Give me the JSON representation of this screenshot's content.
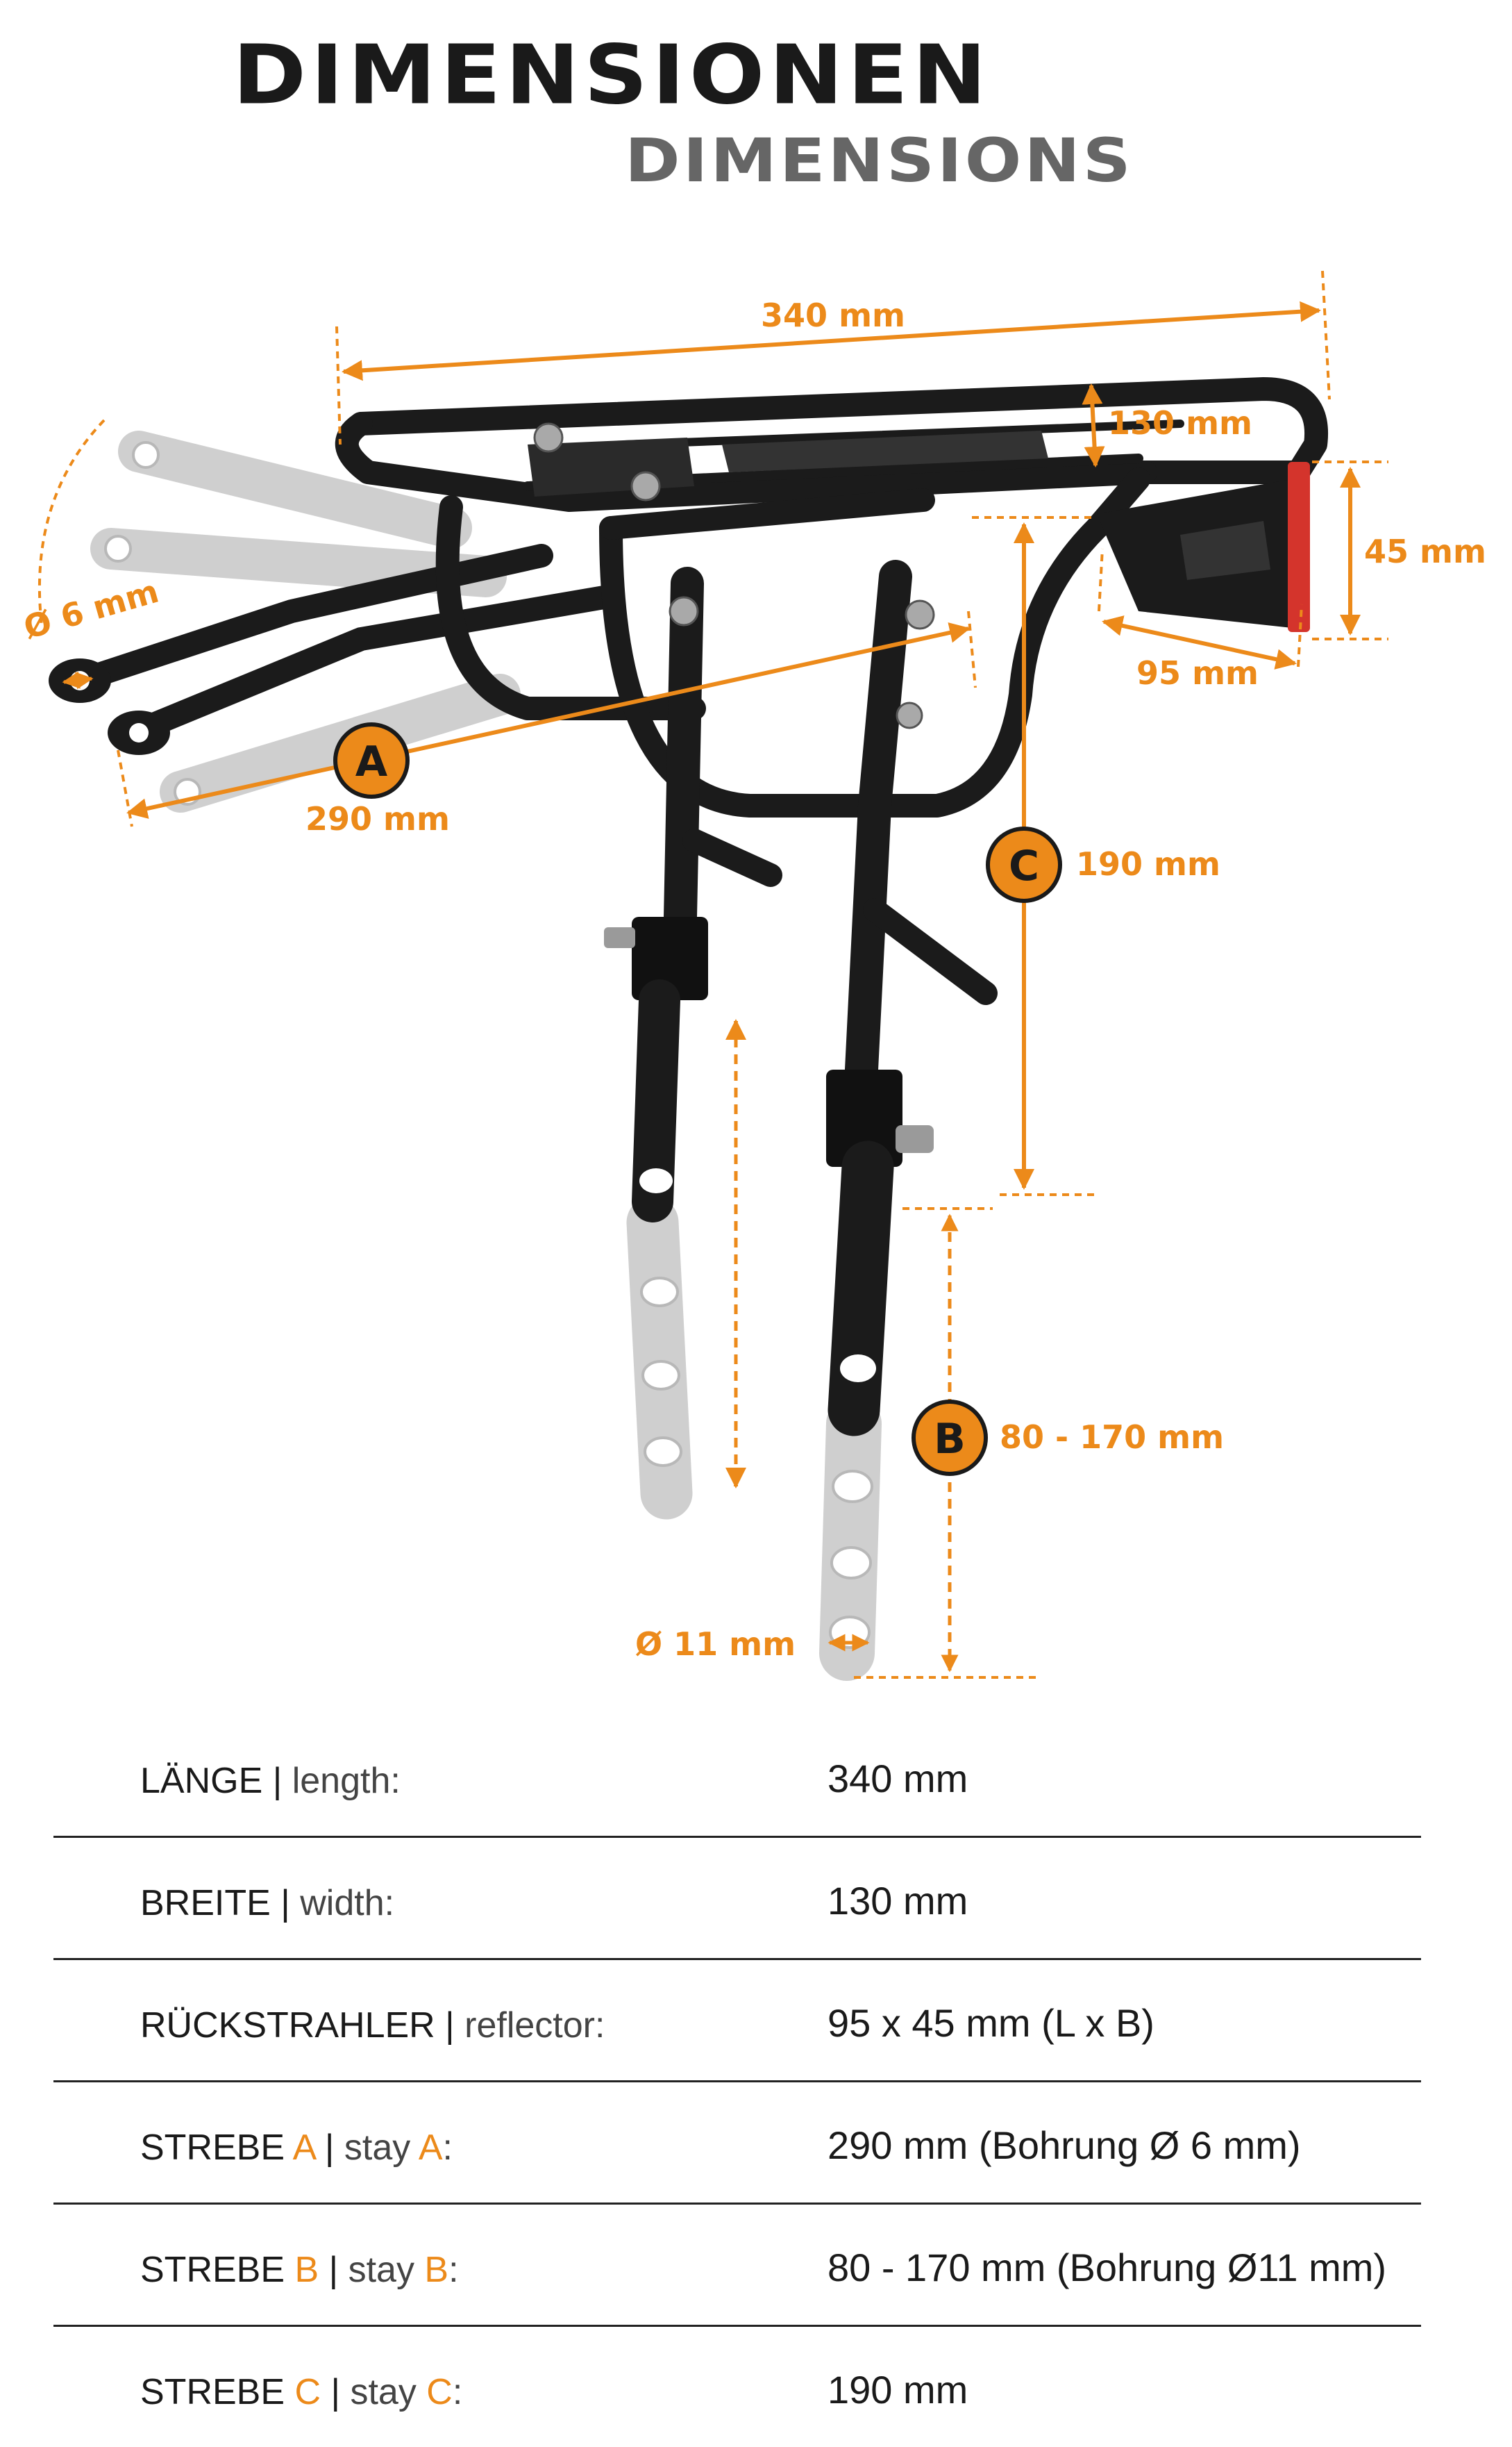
{
  "header": {
    "title_de": "DIMENSIONEN",
    "title_en": "DIMENSIONS"
  },
  "colors": {
    "accent": "#ec8a1a",
    "frame": "#1b1b1b",
    "ghost": "#cfcfcf",
    "reflector": "#d4342c",
    "divider": "#222222"
  },
  "diagram": {
    "length": "340 mm",
    "width": "130 mm",
    "reflector_height": "45 mm",
    "reflector_length": "95 mm",
    "hole_a": "Ø 6 mm",
    "stay_a": "290 mm",
    "stay_c": "190 mm",
    "stay_b": "80 - 170 mm",
    "hole_b": "Ø 11 mm",
    "badge_a": "A",
    "badge_b": "B",
    "badge_c": "C"
  },
  "specs": {
    "rows": [
      {
        "label_de": "LÄNGE",
        "sep": " | ",
        "label_en": "length",
        "end": ":",
        "value": "340 mm"
      },
      {
        "label_de": "BREITE",
        "sep": " | ",
        "label_en": "width",
        "end": ":",
        "value": "130 mm"
      },
      {
        "label_de": "RÜCKSTRAHLER",
        "sep": " | ",
        "label_en": "reflector",
        "end": ":",
        "value": "95 x 45 mm (L x B)"
      },
      {
        "label_de": "STREBE ",
        "acc1": "A",
        "sep": " | ",
        "label_en": "stay ",
        "acc2": "A",
        "end": ":",
        "value": "290 mm (Bohrung Ø 6 mm)"
      },
      {
        "label_de": "STREBE ",
        "acc1": "B",
        "sep": " | ",
        "label_en": "stay ",
        "acc2": "B",
        "end": ":",
        "value": "80 - 170 mm (Bohrung Ø11 mm)"
      },
      {
        "label_de": "STREBE ",
        "acc1": "C",
        "sep": " | ",
        "label_en": "stay ",
        "acc2": "C",
        "end": ":",
        "value": "190 mm"
      }
    ]
  }
}
